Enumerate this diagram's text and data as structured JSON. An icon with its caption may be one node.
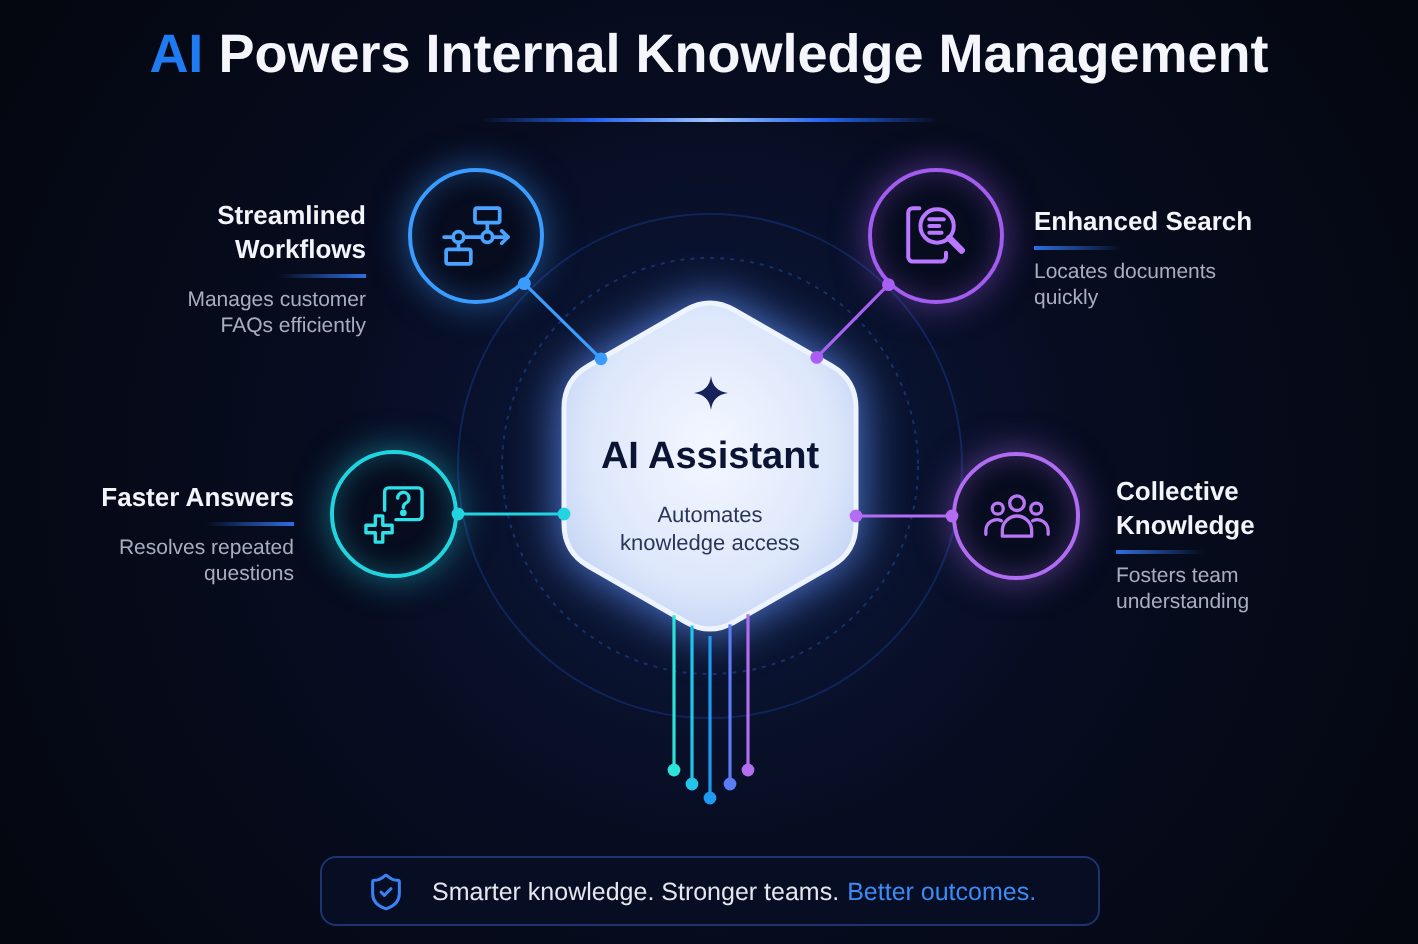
{
  "diagram": {
    "title": "AI Powers Internal Knowledge Management",
    "nodes": [
      {
        "text": [
          "Streamlined Workflows",
          "Manages customer FAQs efficiently"
        ]
      },
      {
        "text": [
          "Enhanced Search",
          "Locates documents quickly"
        ]
      },
      {
        "text": [
          "AI Assistant",
          "Automates knowledge access"
        ]
      },
      {
        "text": [
          "Faster Answers",
          "Resolves repeated questions"
        ]
      },
      {
        "text": [
          "Collective Knowledge",
          "Fosters team understanding"
        ]
      },
      {
        "text": [
          "Smarter knowledge. Stronger teams.",
          "Better outcomes."
        ]
      }
    ],
    "edges": [
      {
        "from": 2,
        "to": 0,
        "arrow": "other",
        "color": "#3b9cff"
      },
      {
        "from": 2,
        "to": 1,
        "arrow": "other",
        "color": "#a960f2"
      },
      {
        "from": 2,
        "to": 3,
        "arrow": "other",
        "color": "#22d3e0"
      },
      {
        "from": 2,
        "to": 4,
        "arrow": "other",
        "color": "#b46cf2"
      },
      {
        "from": 2,
        "to": null,
        "arrow": "other",
        "color": "#2de2d8"
      },
      {
        "from": 2,
        "to": null,
        "arrow": "other",
        "color": "#22c4ea"
      },
      {
        "from": 2,
        "to": null,
        "arrow": "other",
        "color": "#1e9bf0"
      },
      {
        "from": 2,
        "to": null,
        "arrow": "other",
        "color": "#5b7cf5"
      },
      {
        "from": 2,
        "to": null,
        "arrow": "other",
        "color": "#b36ef0"
      }
    ]
  }
}
